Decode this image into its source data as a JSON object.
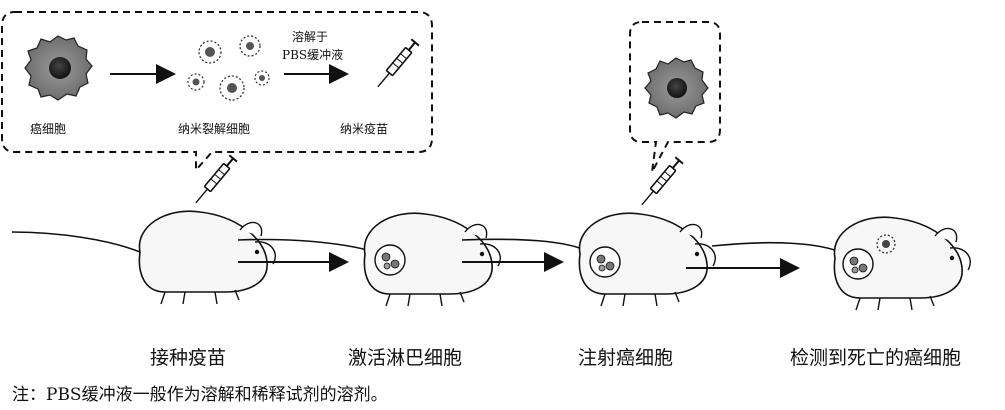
{
  "callout_left": {
    "cancer_cell_label": "癌细胞",
    "nano_lysed_label": "纳米裂解细胞",
    "dissolve_label_line1": "溶解于",
    "dissolve_label_line2": "PBS缓冲液",
    "nano_vaccine_label": "纳米疫苗"
  },
  "stages": [
    {
      "label": "接种疫苗"
    },
    {
      "label": "激活淋巴细胞"
    },
    {
      "label": "注射癌细胞"
    },
    {
      "label": "检测到死亡的癌细胞"
    }
  ],
  "note": "注：PBS缓冲液一般作为溶解和稀释试剂的溶剂。",
  "colors": {
    "cell_fill": "#7c7c7c",
    "nucleus": "#2a2a2a",
    "line": "#111111"
  }
}
